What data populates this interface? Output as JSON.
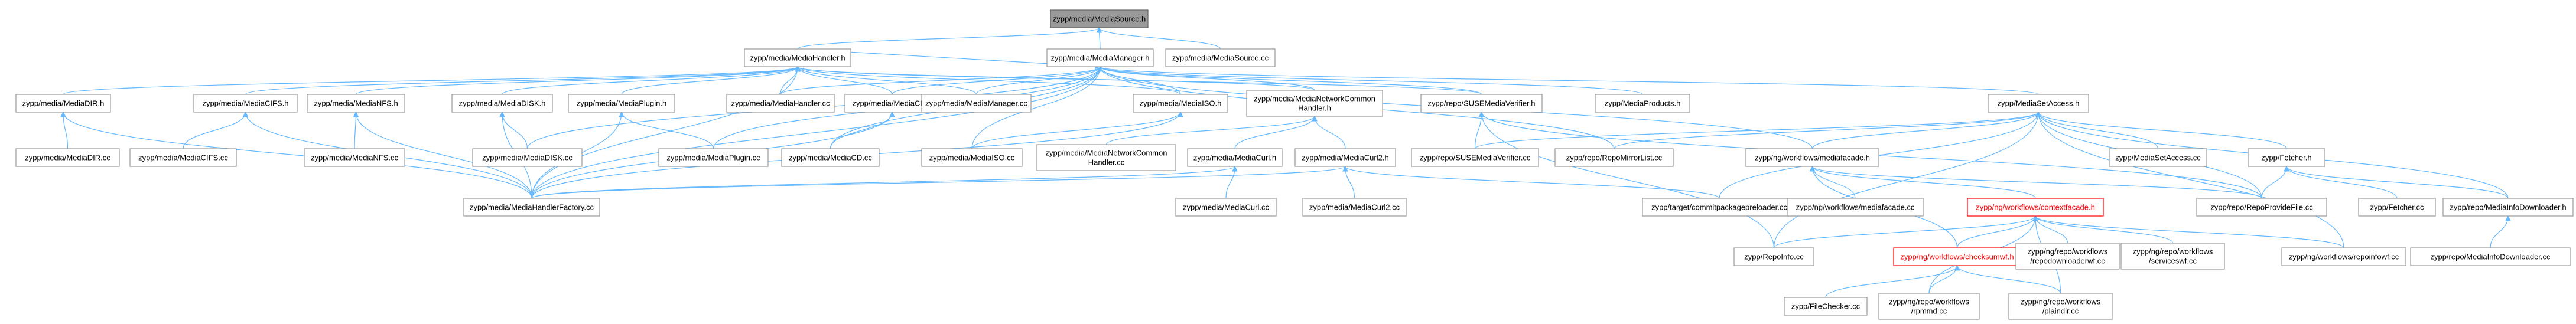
{
  "colors": {
    "edge": "#63b8ff",
    "node_border": "#999999",
    "root_fill": "#999999",
    "highlight": "#ff0000"
  },
  "nodes": [
    {
      "id": "root",
      "lines": [
        "zypp/media/MediaSource.h"
      ],
      "style": "root"
    },
    {
      "id": "mh",
      "lines": [
        "zypp/media/MediaHandler.h"
      ]
    },
    {
      "id": "mm",
      "lines": [
        "zypp/media/MediaManager.h"
      ]
    },
    {
      "id": "msc",
      "lines": [
        "zypp/media/MediaSource.cc"
      ]
    },
    {
      "id": "mdirh",
      "lines": [
        "zypp/media/MediaDIR.h"
      ]
    },
    {
      "id": "mcifsh",
      "lines": [
        "zypp/media/MediaCIFS.h"
      ]
    },
    {
      "id": "mnfsh",
      "lines": [
        "zypp/media/MediaNFS.h"
      ]
    },
    {
      "id": "mdiskh",
      "lines": [
        "zypp/media/MediaDISK.h"
      ]
    },
    {
      "id": "mplugh",
      "lines": [
        "zypp/media/MediaPlugin.h"
      ]
    },
    {
      "id": "mhcc",
      "lines": [
        "zypp/media/MediaHandler.cc"
      ]
    },
    {
      "id": "mcdh",
      "lines": [
        "zypp/media/MediaCD.h"
      ]
    },
    {
      "id": "mmcc",
      "lines": [
        "zypp/media/MediaManager.cc"
      ]
    },
    {
      "id": "misoh",
      "lines": [
        "zypp/media/MediaISO.h"
      ]
    },
    {
      "id": "mnch",
      "lines": [
        "zypp/media/MediaNetworkCommon",
        "Handler.h"
      ]
    },
    {
      "id": "suseh",
      "lines": [
        "zypp/repo/SUSEMediaVerifier.h"
      ]
    },
    {
      "id": "mprodh",
      "lines": [
        "zypp/MediaProducts.h"
      ]
    },
    {
      "id": "msah",
      "lines": [
        "zypp/MediaSetAccess.h"
      ]
    },
    {
      "id": "mdircc",
      "lines": [
        "zypp/media/MediaDIR.cc"
      ]
    },
    {
      "id": "mcifscc",
      "lines": [
        "zypp/media/MediaCIFS.cc"
      ]
    },
    {
      "id": "mnfscc",
      "lines": [
        "zypp/media/MediaNFS.cc"
      ]
    },
    {
      "id": "mdiskcc",
      "lines": [
        "zypp/media/MediaDISK.cc"
      ]
    },
    {
      "id": "mplugcc",
      "lines": [
        "zypp/media/MediaPlugin.cc"
      ]
    },
    {
      "id": "mcdcc",
      "lines": [
        "zypp/media/MediaCD.cc"
      ]
    },
    {
      "id": "misocc",
      "lines": [
        "zypp/media/MediaISO.cc"
      ]
    },
    {
      "id": "mnchcc",
      "lines": [
        "zypp/media/MediaNetworkCommon",
        "Handler.cc"
      ]
    },
    {
      "id": "mcurlh",
      "lines": [
        "zypp/media/MediaCurl.h"
      ]
    },
    {
      "id": "mcurl2h",
      "lines": [
        "zypp/media/MediaCurl2.h"
      ]
    },
    {
      "id": "susecc",
      "lines": [
        "zypp/repo/SUSEMediaVerifier.cc"
      ]
    },
    {
      "id": "rmlcc",
      "lines": [
        "zypp/repo/RepoMirrorList.cc"
      ]
    },
    {
      "id": "mfh",
      "lines": [
        "zypp/ng/workflows/mediafacade.h"
      ]
    },
    {
      "id": "msacc",
      "lines": [
        "zypp/MediaSetAccess.cc"
      ]
    },
    {
      "id": "fetchh",
      "lines": [
        "zypp/Fetcher.h"
      ]
    },
    {
      "id": "mhfcc",
      "lines": [
        "zypp/media/MediaHandlerFactory.cc"
      ]
    },
    {
      "id": "mcurlcc",
      "lines": [
        "zypp/media/MediaCurl.cc"
      ]
    },
    {
      "id": "mcurl2cc",
      "lines": [
        "zypp/media/MediaCurl2.cc"
      ]
    },
    {
      "id": "cpkgcc",
      "lines": [
        "zypp/target/commitpackagepreloader.cc"
      ]
    },
    {
      "id": "mfcc",
      "lines": [
        "zypp/ng/workflows/mediafacade.cc"
      ]
    },
    {
      "id": "rpfcc",
      "lines": [
        "zypp/repo/RepoProvideFile.cc"
      ]
    },
    {
      "id": "fetchcc",
      "lines": [
        "zypp/Fetcher.cc"
      ]
    },
    {
      "id": "midh",
      "lines": [
        "zypp/repo/MediaInfoDownloader.h"
      ]
    },
    {
      "id": "cfh",
      "lines": [
        "zypp/ng/workflows/contextfacade.h"
      ],
      "style": "red"
    },
    {
      "id": "midcc",
      "lines": [
        "zypp/repo/MediaInfoDownloader.cc"
      ]
    },
    {
      "id": "repoinfocc",
      "lines": [
        "zypp/RepoInfo.cc"
      ]
    },
    {
      "id": "cksumh",
      "lines": [
        "zypp/ng/workflows/checksumwf.h"
      ],
      "style": "red"
    },
    {
      "id": "rdlcc",
      "lines": [
        "zypp/ng/repo/workflows",
        "/repodownloaderwf.cc"
      ]
    },
    {
      "id": "swfcc",
      "lines": [
        "zypp/ng/repo/workflows",
        "/serviceswf.cc"
      ]
    },
    {
      "id": "rinfowfcc",
      "lines": [
        "zypp/ng/workflows/repoinfowf.cc"
      ]
    },
    {
      "id": "fccc",
      "lines": [
        "zypp/FileChecker.cc"
      ]
    },
    {
      "id": "rpmmdcc",
      "lines": [
        "zypp/ng/repo/workflows",
        "/rpmmd.cc"
      ]
    },
    {
      "id": "plaindircc",
      "lines": [
        "zypp/ng/repo/workflows",
        "/plaindir.cc"
      ]
    }
  ],
  "edges": [
    [
      "root",
      "mh"
    ],
    [
      "root",
      "mm"
    ],
    [
      "root",
      "msc"
    ],
    [
      "mh",
      "mdirh"
    ],
    [
      "mh",
      "mcifsh"
    ],
    [
      "mh",
      "mnfsh"
    ],
    [
      "mh",
      "mdiskh"
    ],
    [
      "mh",
      "mplugh"
    ],
    [
      "mh",
      "mhcc"
    ],
    [
      "mh",
      "mcdh"
    ],
    [
      "mh",
      "mmcc"
    ],
    [
      "mh",
      "misoh"
    ],
    [
      "mh",
      "mnch"
    ],
    [
      "mh",
      "mhfcc"
    ],
    [
      "mh",
      "suseh"
    ],
    [
      "mm",
      "mh"
    ],
    [
      "mm",
      "mcdh"
    ],
    [
      "mm",
      "misoh"
    ],
    [
      "mm",
      "mnch"
    ],
    [
      "mm",
      "mprodh"
    ],
    [
      "mm",
      "msah"
    ],
    [
      "mm",
      "suseh"
    ],
    [
      "mm",
      "mmcc"
    ],
    [
      "mm",
      "mhcc"
    ],
    [
      "mm",
      "mhfcc"
    ],
    [
      "mm",
      "mplugcc"
    ],
    [
      "mm",
      "mdiskcc"
    ],
    [
      "mm",
      "mcdcc"
    ],
    [
      "mm",
      "misocc"
    ],
    [
      "mm",
      "rmlcc"
    ],
    [
      "mm",
      "mfh"
    ],
    [
      "mdirh",
      "mdircc"
    ],
    [
      "mdirh",
      "mhfcc"
    ],
    [
      "mcifsh",
      "mcifscc"
    ],
    [
      "mcifsh",
      "mhfcc"
    ],
    [
      "mnfsh",
      "mnfscc"
    ],
    [
      "mnfsh",
      "mhfcc"
    ],
    [
      "mdiskh",
      "mdiskcc"
    ],
    [
      "mdiskh",
      "mhfcc"
    ],
    [
      "mplugh",
      "mplugcc"
    ],
    [
      "mplugh",
      "mhfcc"
    ],
    [
      "mcdh",
      "mcdcc"
    ],
    [
      "mcdh",
      "mhfcc"
    ],
    [
      "misoh",
      "misocc"
    ],
    [
      "misoh",
      "mhfcc"
    ],
    [
      "mnch",
      "mnchcc"
    ],
    [
      "mnch",
      "mcurlh"
    ],
    [
      "mnch",
      "mcurl2h"
    ],
    [
      "mcurlh",
      "mcurlcc"
    ],
    [
      "mcurlh",
      "mhfcc"
    ],
    [
      "mcurl2h",
      "mcurl2cc"
    ],
    [
      "mcurl2h",
      "mhfcc"
    ],
    [
      "mcurl2h",
      "cpkgcc"
    ],
    [
      "suseh",
      "susecc"
    ],
    [
      "suseh",
      "rpfcc"
    ],
    [
      "suseh",
      "repoinfocc"
    ],
    [
      "msah",
      "msacc"
    ],
    [
      "msah",
      "fetchh"
    ],
    [
      "msah",
      "mfh"
    ],
    [
      "msah",
      "cpkgcc"
    ],
    [
      "msah",
      "rpfcc"
    ],
    [
      "msah",
      "midh"
    ],
    [
      "msah",
      "repoinfocc"
    ],
    [
      "msah",
      "rinfowfcc"
    ],
    [
      "msah",
      "rmlcc"
    ],
    [
      "msah",
      "susecc"
    ],
    [
      "mfh",
      "mfcc"
    ],
    [
      "mfh",
      "cfh"
    ],
    [
      "mfh",
      "cksumh"
    ],
    [
      "mfh",
      "rpfcc"
    ],
    [
      "fetchh",
      "fetchcc"
    ],
    [
      "fetchh",
      "midh"
    ],
    [
      "fetchh",
      "rpfcc"
    ],
    [
      "midh",
      "midcc"
    ],
    [
      "cfh",
      "repoinfocc"
    ],
    [
      "cfh",
      "cksumh"
    ],
    [
      "cfh",
      "rdlcc"
    ],
    [
      "cfh",
      "swfcc"
    ],
    [
      "cfh",
      "rinfowfcc"
    ],
    [
      "cfh",
      "rpmmdcc"
    ],
    [
      "cfh",
      "plaindircc"
    ],
    [
      "cksumh",
      "fccc"
    ],
    [
      "cksumh",
      "rpmmdcc"
    ],
    [
      "cksumh",
      "plaindircc"
    ]
  ]
}
